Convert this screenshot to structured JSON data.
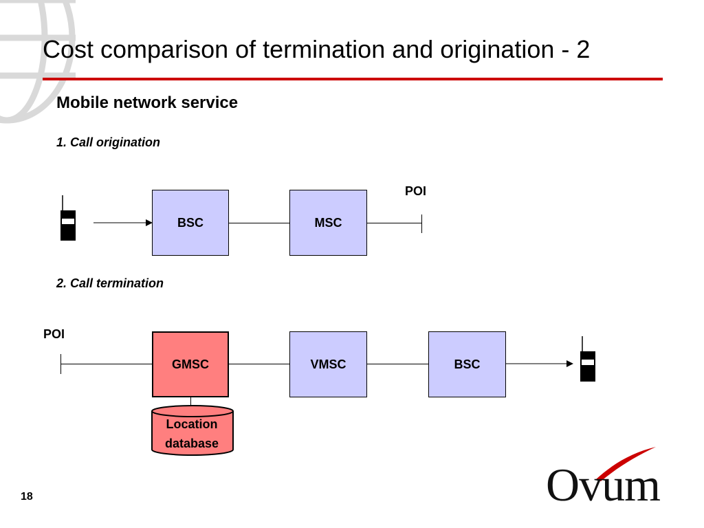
{
  "slide": {
    "title": "Cost comparison of termination and origination - 2",
    "subtitle": "Mobile network service",
    "page_number": "18"
  },
  "origination": {
    "heading": "1. Call origination",
    "poi_label": "POI",
    "boxes": [
      "BSC",
      "MSC"
    ]
  },
  "termination": {
    "heading": "2. Call termination",
    "poi_label": "POI",
    "boxes": [
      "GMSC",
      "VMSC",
      "BSC"
    ],
    "database_line1": "Location",
    "database_line2": "database"
  },
  "logo": {
    "text": "Ovum"
  },
  "colors": {
    "title_rule": "#cc0000",
    "box_blue": "#ccccff",
    "box_red": "#ff7f7f",
    "logo_swoosh": "#cc0000"
  },
  "icons": [
    "globe-watermark-icon",
    "mobile-phone-icon",
    "ovum-logo"
  ]
}
